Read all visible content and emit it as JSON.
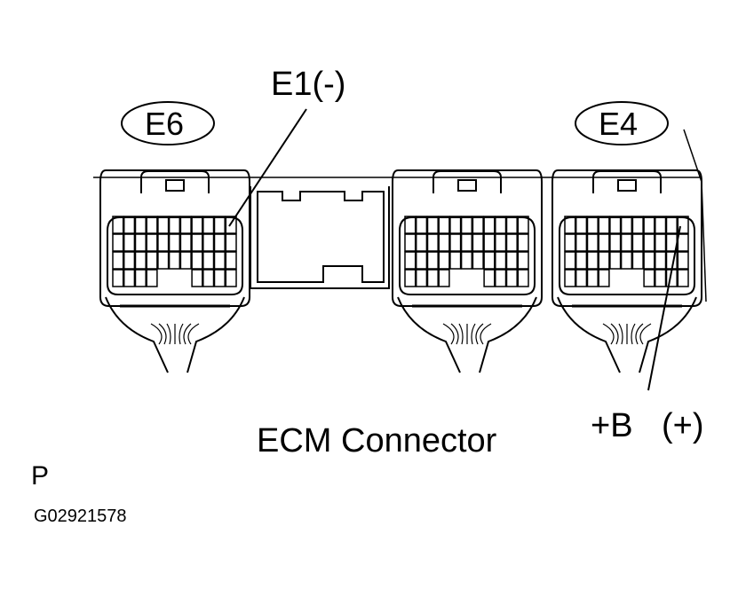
{
  "diagram": {
    "title": "ECM Connector",
    "connectors": [
      {
        "id": "E6",
        "label": "E6"
      },
      {
        "id": "E4",
        "label": "E4"
      }
    ],
    "callouts": [
      {
        "label": "E1(-)",
        "target": "E6"
      },
      {
        "label": "+B",
        "polarity": "(+)",
        "target": "E4"
      }
    ],
    "section_code": "P",
    "figure_id": "G02921578"
  },
  "colors": {
    "ink": "#000000",
    "paper": "#ffffff"
  }
}
